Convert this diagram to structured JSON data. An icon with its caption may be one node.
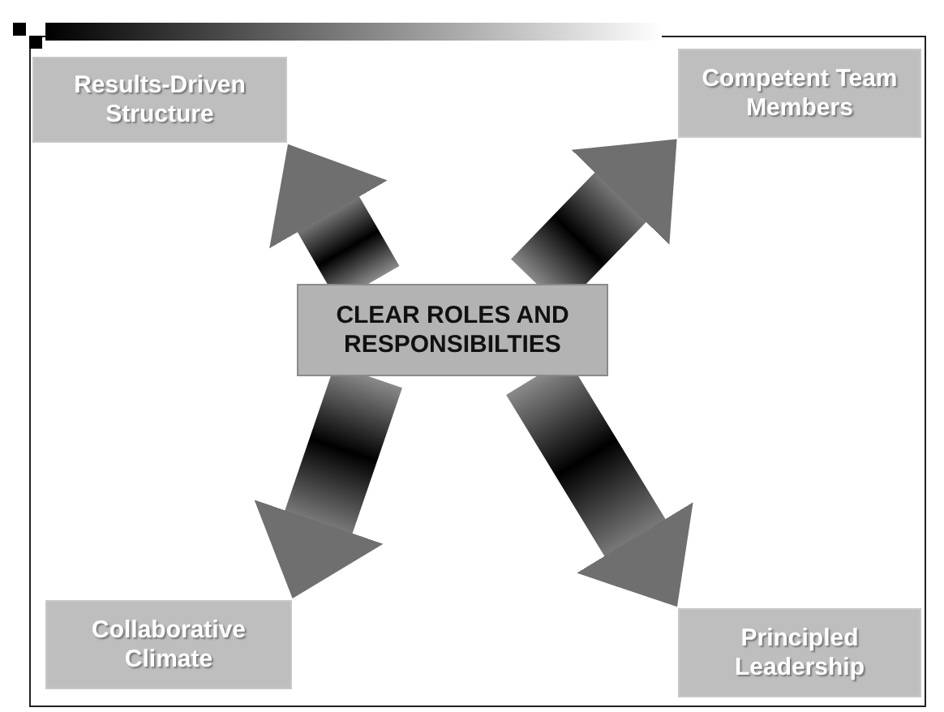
{
  "diagram": {
    "nodes": [
      {
        "text": [
          "Results-Driven Structure"
        ]
      },
      {
        "text": [
          "Competent Team Members"
        ]
      },
      {
        "text": [
          "CLEAR ROLES AND RESPONSIBILTIES"
        ]
      },
      {
        "text": [
          "Collaborative Climate"
        ]
      },
      {
        "text": [
          "Principled Leadership"
        ]
      }
    ],
    "edges": [
      {
        "from": 2,
        "to": 0,
        "arrow": "to"
      },
      {
        "from": 2,
        "to": 1,
        "arrow": "to"
      },
      {
        "from": 2,
        "to": 3,
        "arrow": "to"
      },
      {
        "from": 2,
        "to": 4,
        "arrow": "to"
      }
    ]
  }
}
